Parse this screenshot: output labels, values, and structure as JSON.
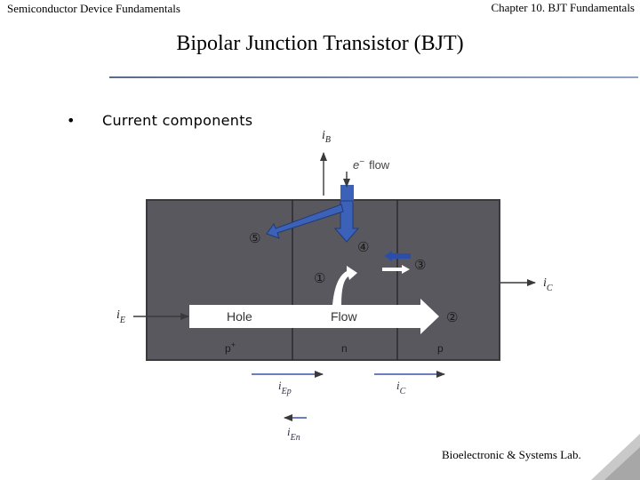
{
  "header": {
    "left": "Semiconductor Device Fundamentals",
    "right": "Chapter 10. BJT Fundamentals"
  },
  "slide": {
    "title": "Bipolar Junction Transistor (BJT)",
    "bullet": "Current components"
  },
  "diagram": {
    "labels": {
      "iB_main": "i",
      "iB_sub": "B",
      "eflow_e": "e",
      "eflow_sup": "−",
      "eflow_word": "flow",
      "iE_main": "i",
      "iE_sub": "E",
      "iC_main": "i",
      "iC_sub": "C",
      "iEp_main": "i",
      "iEp_sub": "Ep",
      "iC2_main": "i",
      "iC2_sub": "C",
      "iEn_main": "i",
      "iEn_sub": "En",
      "hole": "Hole",
      "flow": "Flow",
      "region_p_plus": "p",
      "region_p_plus_sup": "+",
      "region_n": "n",
      "region_p": "p",
      "c1": "①",
      "c2": "②",
      "c3": "③",
      "c4": "④",
      "c5": "⑤"
    },
    "colors": {
      "body": "#58585e",
      "electron": "#3b62b8",
      "hole_arrow": "#ffffff",
      "junction": "#2b2b2e"
    }
  },
  "footer": "Bioelectronic & Systems Lab."
}
